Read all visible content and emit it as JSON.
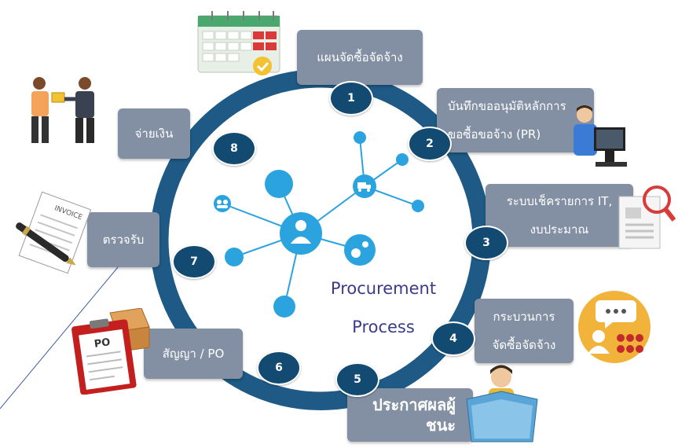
{
  "center": {
    "title_line1": "Procurement",
    "title_line2": "Process"
  },
  "steps": [
    {
      "number": "1",
      "label_lines": [
        "แผนจัดซื้อจัดจ้าง"
      ]
    },
    {
      "number": "2",
      "label_lines": [
        "บันทึกขออนุมัติหลักการ",
        "ขอซื้อขอจ้าง (PR)"
      ]
    },
    {
      "number": "3",
      "label_lines": [
        "ระบบเช็ครายการ IT,",
        "งบประมาณ"
      ]
    },
    {
      "number": "4",
      "label_lines": [
        "กระบวนการ",
        "จัดซื้อจัดจ้าง"
      ]
    },
    {
      "number": "5",
      "label_lines": [
        "ประกาศผลผู้",
        "ชนะ"
      ]
    },
    {
      "number": "6",
      "label_lines": [
        "สัญญา / PO"
      ]
    },
    {
      "number": "7",
      "label_lines": [
        "ตรวจรับ"
      ]
    },
    {
      "number": "8",
      "label_lines": [
        "จ่ายเงิน"
      ]
    }
  ],
  "icons": {
    "invoice_text": "INVOICE",
    "po_text": "PO"
  },
  "colors": {
    "ring": "#1e5a85",
    "badge": "#134a72",
    "box": "#838fa3",
    "node": "#2ba3df",
    "text_center": "#3b3b8a"
  }
}
